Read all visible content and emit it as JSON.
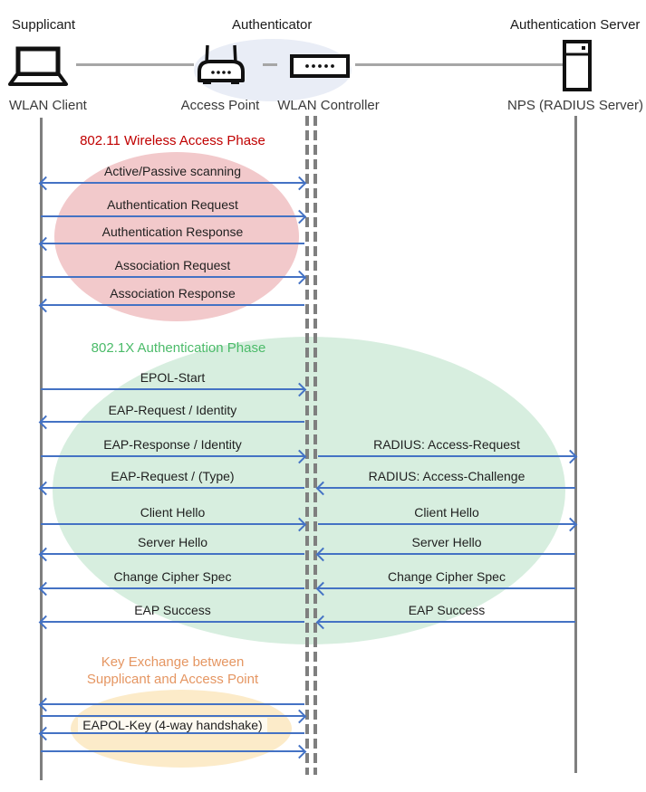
{
  "actors": [
    {
      "role": "Supplicant",
      "device": "WLAN Client",
      "icon": "laptop-icon"
    },
    {
      "role": "Authenticator",
      "devices": [
        "Access Point",
        "WLAN Controller"
      ],
      "icons": [
        "access-point-icon",
        "wlan-controller-icon"
      ]
    },
    {
      "role": "Authentication Server",
      "device": "NPS (RADIUS Server)",
      "icon": "server-icon"
    }
  ],
  "phases": [
    {
      "title": "802.11 Wireless Access Phase",
      "color": "#C00000",
      "ellipse_color": "#F2C9CB"
    },
    {
      "title": "802.1X Authentication Phase",
      "color": "#4BBB69",
      "ellipse_color": "#D7EEDF"
    },
    {
      "title_line1": "Key Exchange between",
      "title_line2": "Supplicant and Access Point",
      "color": "#E59662",
      "ellipse_color": "#FCEBC9"
    }
  ],
  "messages": [
    {
      "label": "Active/Passive scanning",
      "from": "WLAN Client",
      "to": "WLAN Controller",
      "direction": "both"
    },
    {
      "label": "Authentication Request",
      "from": "WLAN Client",
      "to": "WLAN Controller",
      "direction": "right"
    },
    {
      "label": "Authentication Response",
      "from": "WLAN Controller",
      "to": "WLAN Client",
      "direction": "left"
    },
    {
      "label": "Association Request",
      "from": "WLAN Client",
      "to": "WLAN Controller",
      "direction": "right"
    },
    {
      "label": "Association Response",
      "from": "WLAN Controller",
      "to": "WLAN Client",
      "direction": "left"
    },
    {
      "label": "EPOL-Start",
      "from": "WLAN Client",
      "to": "WLAN Controller",
      "direction": "right"
    },
    {
      "label": "EAP-Request / Identity",
      "from": "WLAN Controller",
      "to": "WLAN Client",
      "direction": "left"
    },
    {
      "label": "EAP-Response / Identity",
      "from": "WLAN Client",
      "to": "WLAN Controller",
      "direction": "right"
    },
    {
      "label": "RADIUS: Access-Request",
      "from": "WLAN Controller",
      "to": "NPS (RADIUS Server)",
      "direction": "right"
    },
    {
      "label": "EAP-Request / (Type)",
      "from": "WLAN Controller",
      "to": "WLAN Client",
      "direction": "left"
    },
    {
      "label": "RADIUS: Access-Challenge",
      "from": "NPS (RADIUS Server)",
      "to": "WLAN Controller",
      "direction": "left"
    },
    {
      "label": "Client Hello",
      "from": "WLAN Client",
      "to": "WLAN Controller",
      "direction": "right"
    },
    {
      "label": "Client Hello",
      "from": "WLAN Controller",
      "to": "NPS (RADIUS Server)",
      "direction": "right"
    },
    {
      "label": "Server Hello",
      "from": "WLAN Controller",
      "to": "WLAN Client",
      "direction": "left"
    },
    {
      "label": "Server Hello",
      "from": "NPS (RADIUS Server)",
      "to": "WLAN Controller",
      "direction": "left"
    },
    {
      "label": "Change Cipher Spec",
      "from": "WLAN Controller",
      "to": "WLAN Client",
      "direction": "left"
    },
    {
      "label": "Change Cipher Spec",
      "from": "NPS (RADIUS Server)",
      "to": "WLAN Controller",
      "direction": "left"
    },
    {
      "label": "EAP Success",
      "from": "WLAN Controller",
      "to": "WLAN Client",
      "direction": "left"
    },
    {
      "label": "EAP Success",
      "from": "NPS (RADIUS Server)",
      "to": "WLAN Controller",
      "direction": "left"
    },
    {
      "label": "EAPOL-Key (4-way handshake)",
      "from": "WLAN Client",
      "to": "WLAN Controller",
      "direction": "4-way: left, right, left, right"
    }
  ],
  "colors": {
    "arrow": "#4472C4",
    "lifeline": "#7F7F7F",
    "connector": "#A6A6A6",
    "authenticator_ellipse": "#E9EDF6"
  }
}
